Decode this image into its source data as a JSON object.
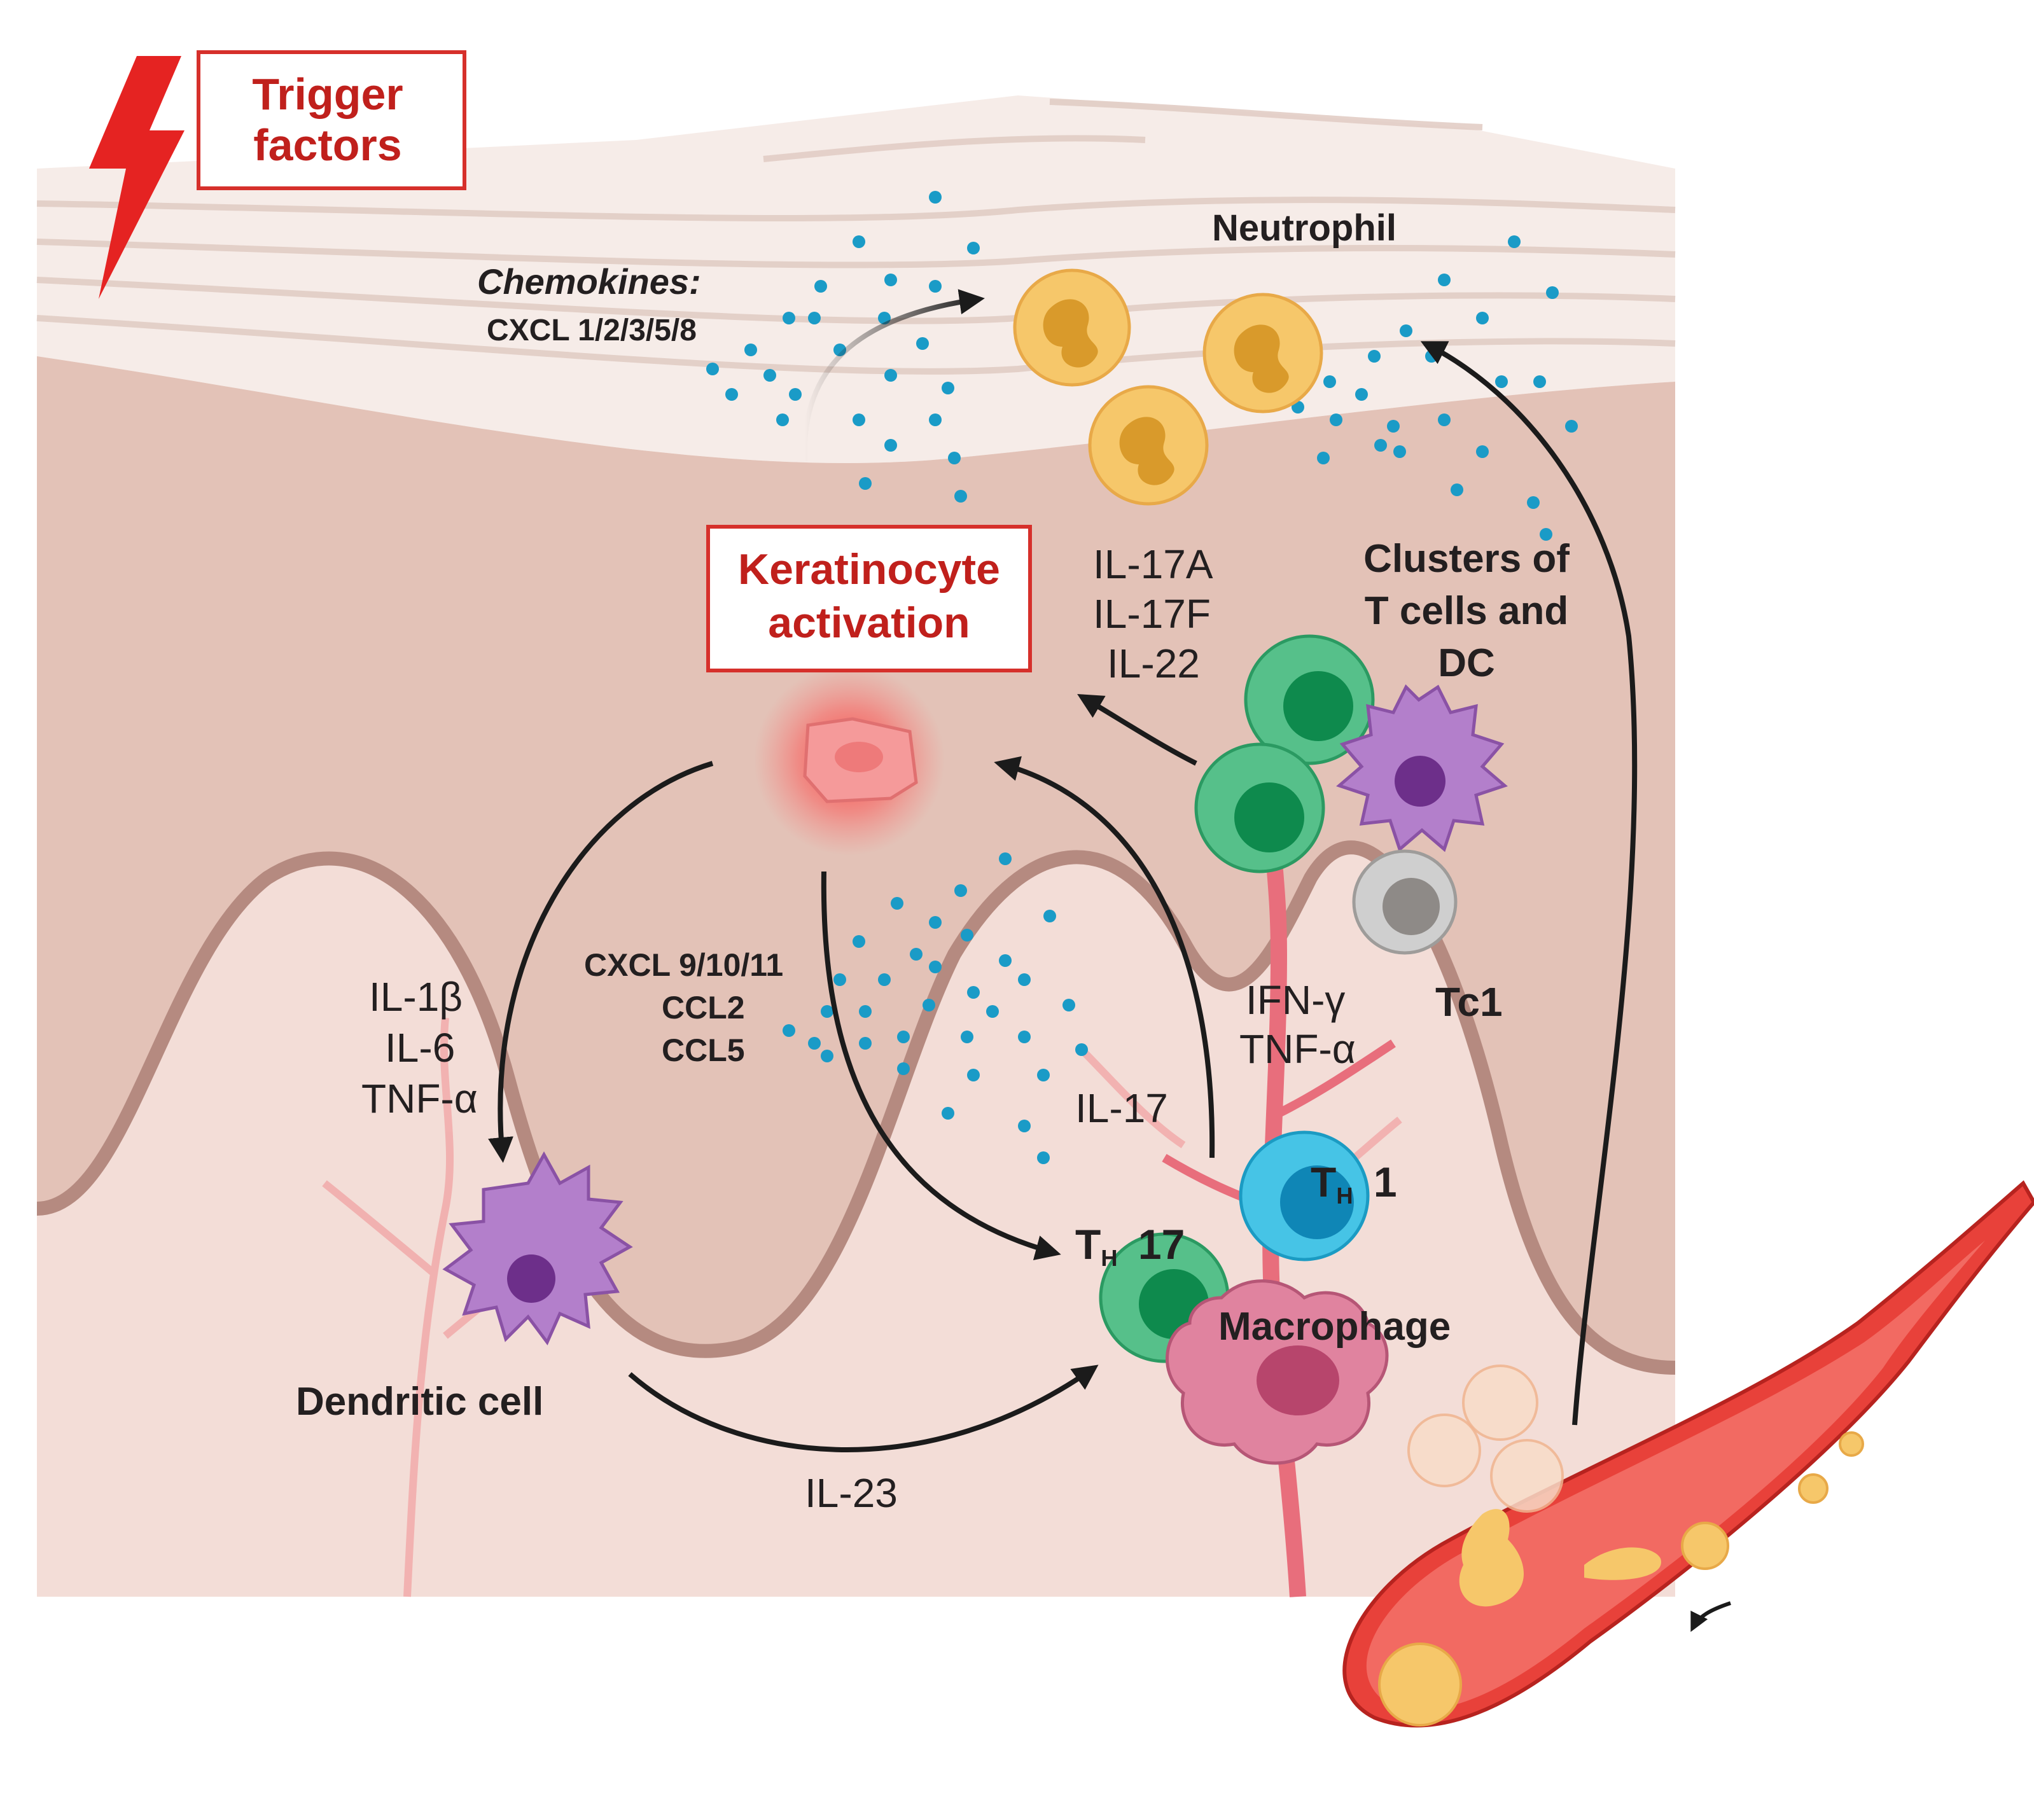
{
  "labels": {
    "trigger_factors": "Trigger factors",
    "chemokines_title": "Chemokines:",
    "chemokines_list": "CXCL 1/2/3/5/8",
    "neutrophil": "Neutrophil",
    "keratinocyte_activation": "Keratinocyte activation",
    "il17a": "IL-17A",
    "il17f": "IL-17F",
    "il22": "IL-22",
    "clusters": "Clusters of T cells and DC",
    "il1b": "IL-1β",
    "il6": "IL-6",
    "tnfa_left": "TNF-α",
    "cxcl_9_10_11": "CXCL 9/10/11",
    "ccl2": "CCL2",
    "ccl5": "CCL5",
    "ifng": "IFN-γ",
    "tnfa_right": "TNF-α",
    "tc1": "Tc1",
    "il17": "IL-17",
    "th1_main": "T",
    "th1_sub": "H",
    "th1_num": "1",
    "th17_main": "T",
    "th17_sub": "H",
    "th17_num": "17",
    "macrophage": "Macrophage",
    "dendritic_cell": "Dendritic cell",
    "il23": "IL-23"
  },
  "colors": {
    "trigger_red": "#d6302b",
    "skin_background": "#e8cfc6",
    "stratum_corneum": "#f3e8e3",
    "dermis": "#f2dcd6",
    "basal_line": "#b58a80",
    "vessel_red": "#e8413a",
    "chemokine_dot": "#1a9bc7",
    "neutrophil_fill": "#f6c76a",
    "th17_green": "#3bb36f",
    "th1_blue": "#2bb5de",
    "dc_purple": "#a062b8",
    "tc1_gray": "#b5b3b2",
    "macrophage_pink": "#d76d96",
    "arrow": "#1b1b1b"
  }
}
